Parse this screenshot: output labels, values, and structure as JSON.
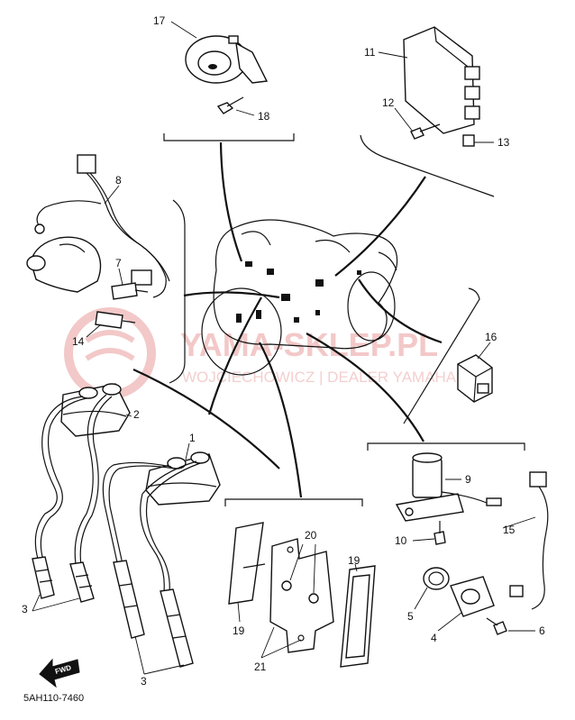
{
  "callouts": {
    "c1": "1",
    "c2": "2",
    "c3a": "3",
    "c3b": "3",
    "c4": "4",
    "c5": "5",
    "c6": "6",
    "c7": "7",
    "c8": "8",
    "c9": "9",
    "c10": "10",
    "c11": "11",
    "c12": "12",
    "c13": "13",
    "c14": "14",
    "c15": "15",
    "c16": "16",
    "c17": "17",
    "c18": "18",
    "c19a": "19",
    "c19b": "19",
    "c20": "20",
    "c21": "21"
  },
  "diagram_code": "5AH110-7460",
  "fwd_label": "FWD",
  "watermark": {
    "brand": "YAMA-SKLEP.PL",
    "dealer": "WOJCIECHOWICZ | DEALER YAMAHA"
  },
  "colors": {
    "line": "#111111",
    "watermark": "#f3c8c8",
    "background": "#ffffff"
  }
}
